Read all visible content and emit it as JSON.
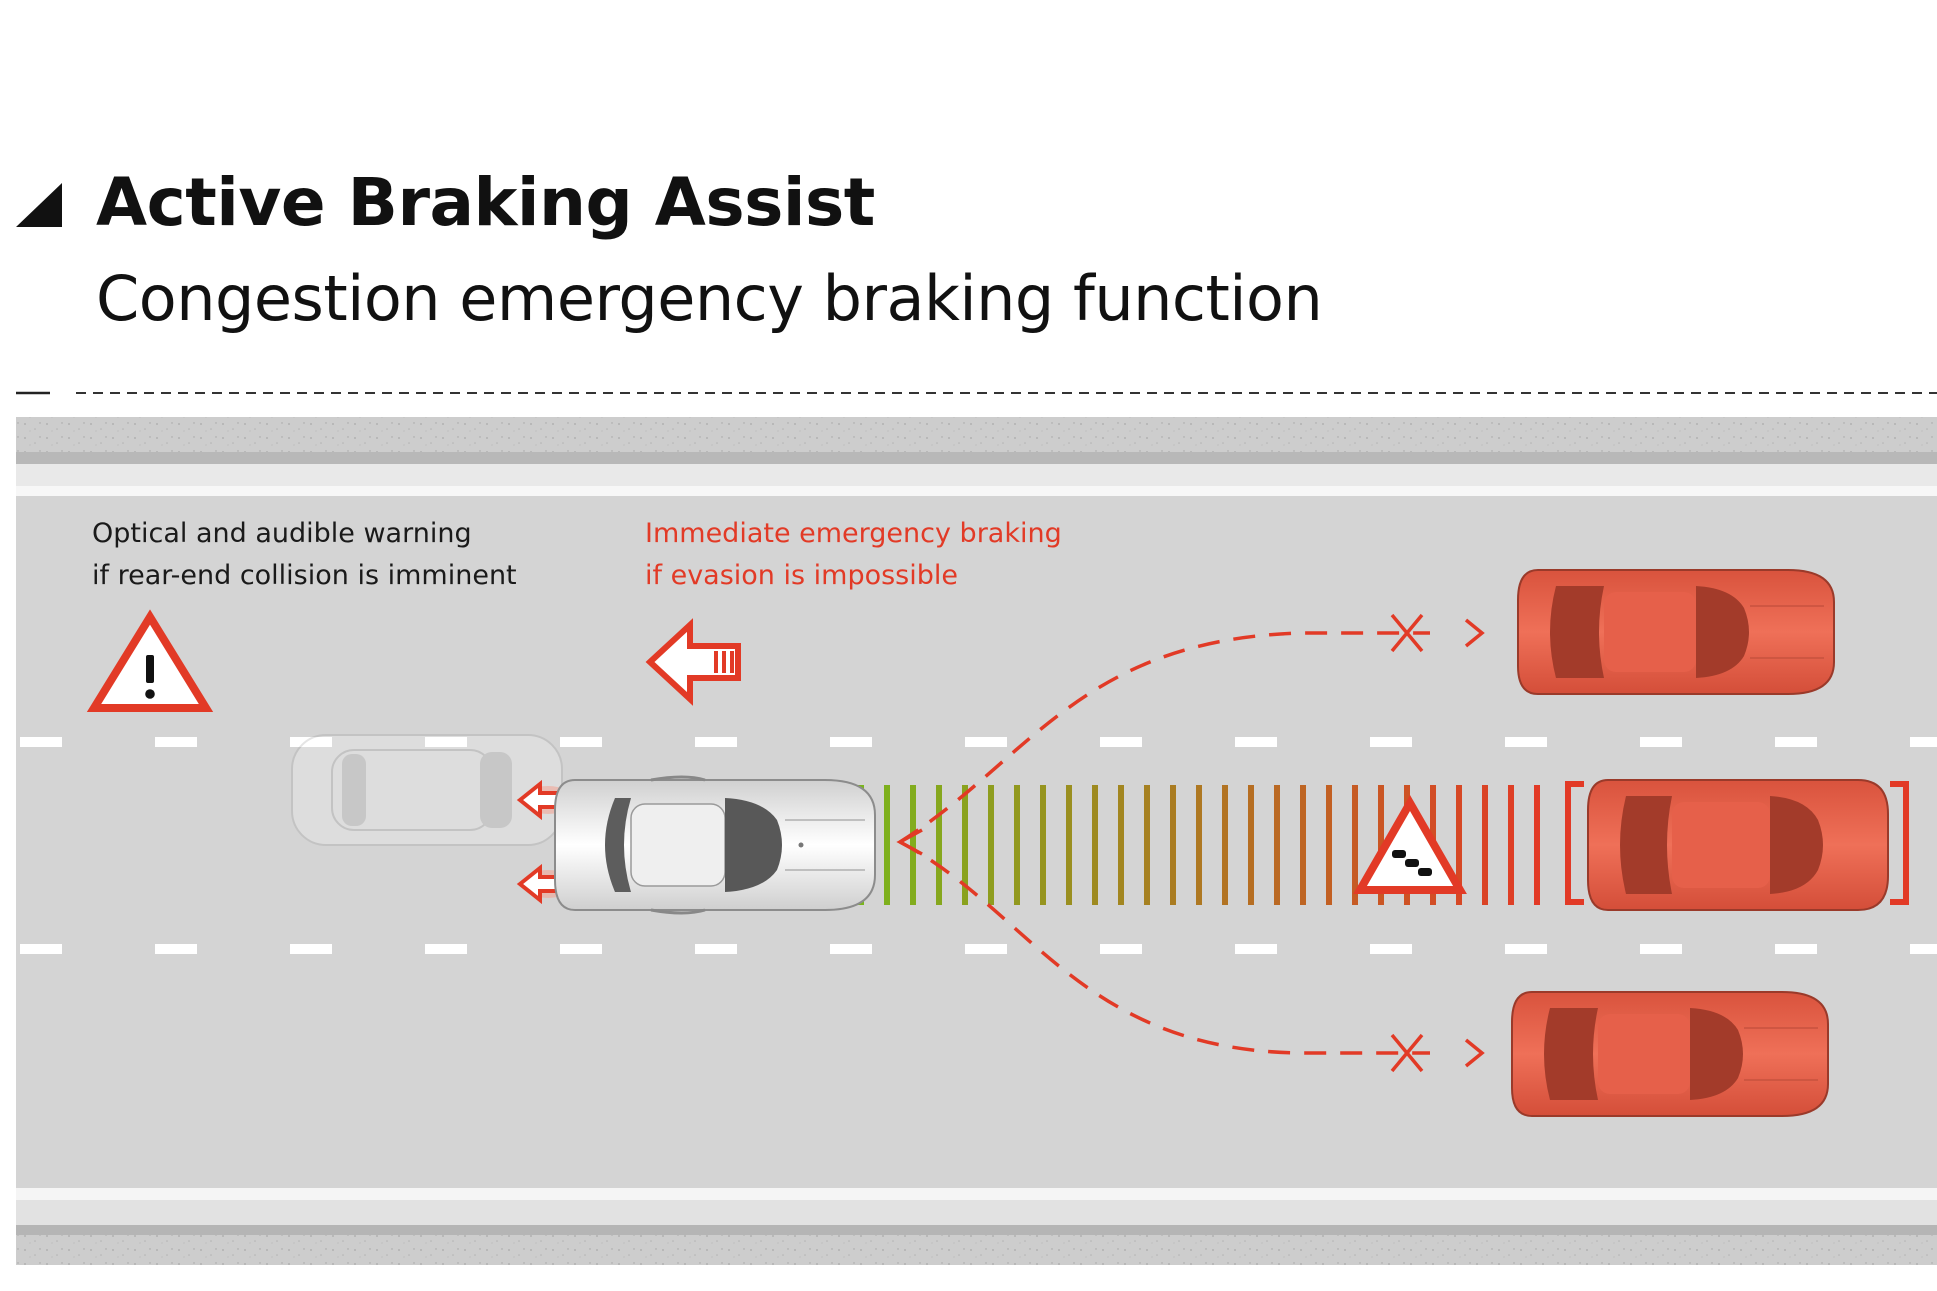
{
  "header": {
    "title": "Active Braking Assist",
    "subtitle": "Congestion emergency braking function"
  },
  "labels": {
    "warning": {
      "line1": "Optical and audible warning",
      "line2": "if rear-end collision is imminent"
    },
    "braking": {
      "line1": "Immediate emergency braking",
      "line2": "if evasion is impossible"
    }
  },
  "icons": {
    "header_marker": "triangle-marker-icon",
    "warning": "warning-triangle-icon",
    "brake_arrow": "backward-arrow-icon",
    "traffic_jam": "traffic-jam-sign-icon",
    "blocked_path": "x-mark-icon"
  },
  "colors": {
    "accent_red": "#e23a26",
    "car_orange": "#e8604a",
    "gradient_start": "#7ab51d",
    "gradient_end": "#e23a26",
    "road": "#d4d4d4",
    "lane_marking": "#ffffff",
    "text_dark": "#111111"
  }
}
